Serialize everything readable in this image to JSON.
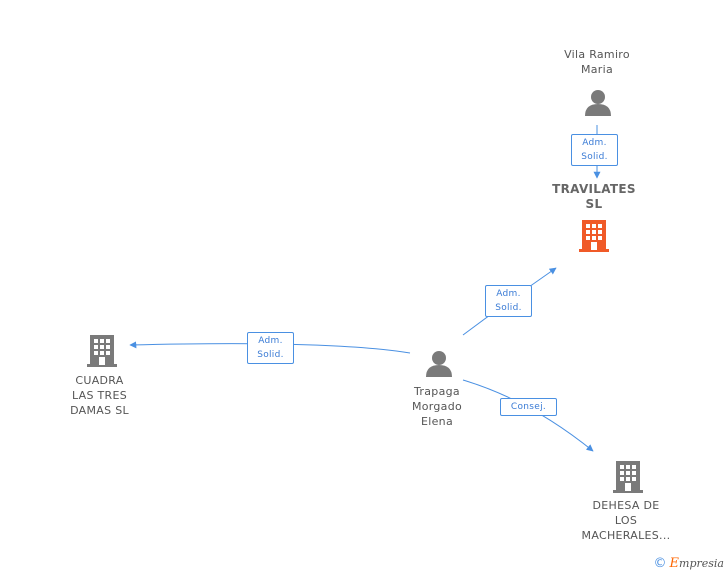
{
  "nodes": {
    "vila_ramiro": {
      "line1": "Vila Ramiro",
      "line2": "Maria",
      "icon": "person-icon"
    },
    "travilates": {
      "line1": "TRAVILATES",
      "line2": "SL",
      "icon": "building-icon",
      "color": "#f05a28"
    },
    "cuadra": {
      "line1": "CUADRA",
      "line2": "LAS TRES",
      "line3": "DAMAS SL",
      "icon": "building-icon"
    },
    "trapaga": {
      "line1": "Trapaga",
      "line2": "Morgado",
      "line3": "Elena",
      "icon": "person-icon"
    },
    "dehesa": {
      "line1": "DEHESA DE",
      "line2": "LOS",
      "line3": "MACHERALES...",
      "icon": "building-icon"
    }
  },
  "edges": {
    "vila_travilates": {
      "line1": "Adm.",
      "line2": "Solid."
    },
    "trapaga_travilates": {
      "line1": "Adm.",
      "line2": "Solid."
    },
    "trapaga_cuadra": {
      "line1": "Adm.",
      "line2": "Solid."
    },
    "trapaga_dehesa": {
      "line1": "Consej."
    }
  },
  "colors": {
    "edge": "#4a90e2",
    "node_icon": "#7a7a7a",
    "focus_company": "#f05a28"
  },
  "footer": {
    "copyright": "©",
    "brand_first": "E",
    "brand_rest": "mpresia"
  }
}
